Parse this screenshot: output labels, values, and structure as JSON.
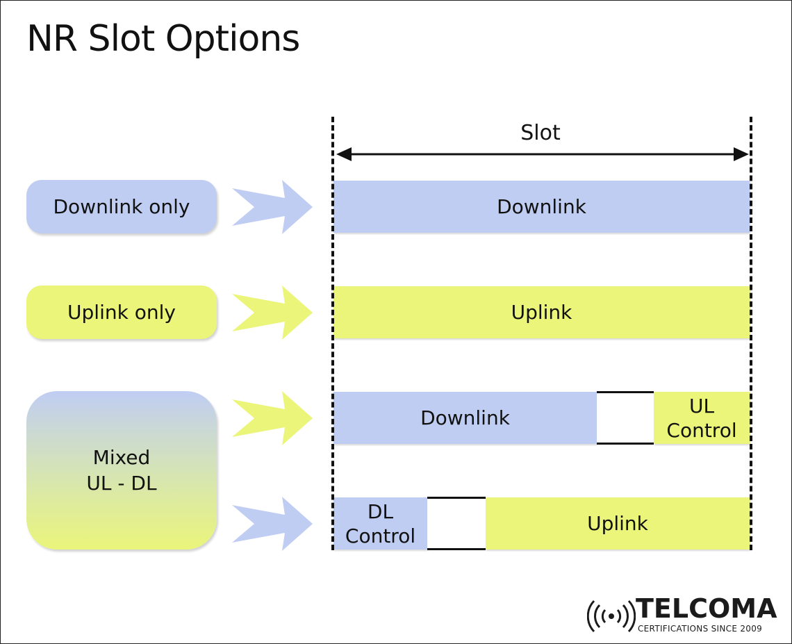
{
  "title": "NR Slot Options",
  "slot_label": "Slot",
  "options": {
    "downlink_only": "Downlink only",
    "uplink_only": "Uplink only",
    "mixed": "Mixed\nUL - DL"
  },
  "rows": {
    "row1": {
      "segment": "Downlink"
    },
    "row2": {
      "segment": "Uplink"
    },
    "row3": {
      "main": "Downlink",
      "control": "UL\nControl"
    },
    "row4": {
      "control": "DL\nControl",
      "main": "Uplink"
    }
  },
  "colors": {
    "downlink": "#c0cdf3",
    "uplink": "#eaf57a"
  },
  "logo": {
    "name": "TELCOMA",
    "tagline": "CERTIFICATIONS SINCE 2009"
  }
}
